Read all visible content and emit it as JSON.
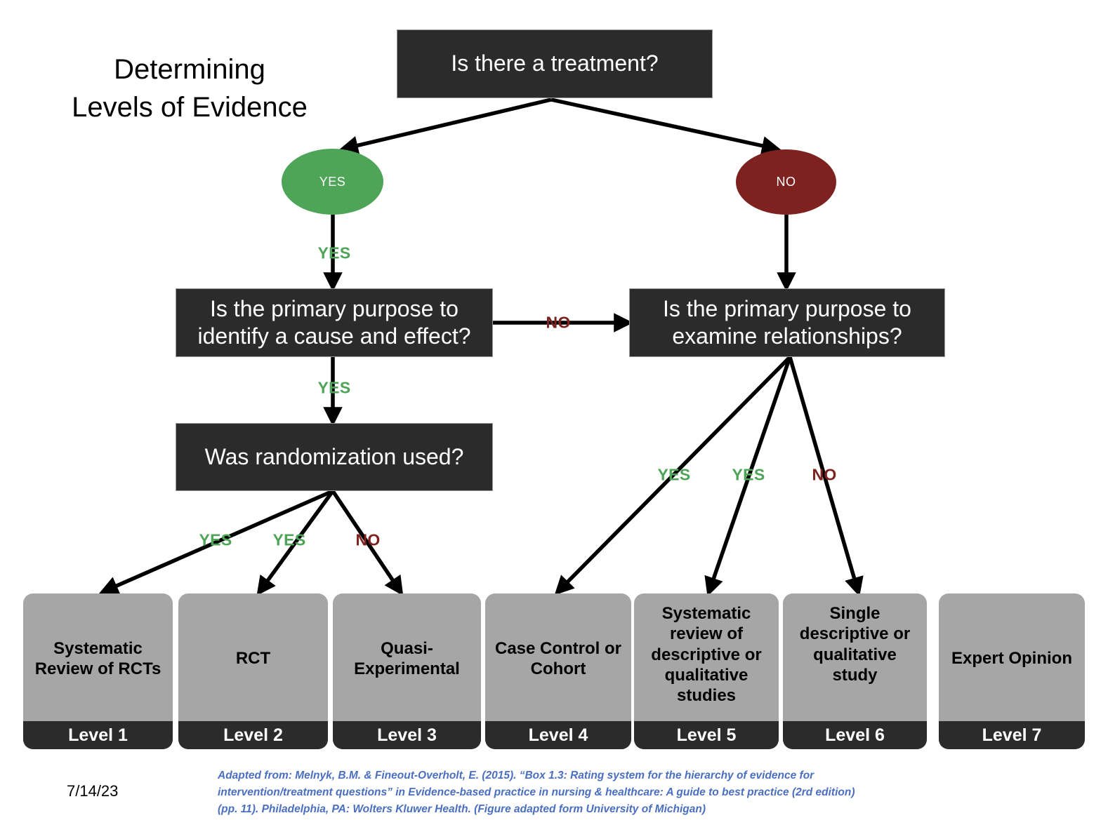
{
  "title": "Determining\nLevels of Evidence",
  "decisions": [
    {
      "id": "treatment",
      "text": "Is there a treatment?"
    },
    {
      "id": "cause-effect",
      "text": "Is the primary purpose to\nidentify a cause and effect?"
    },
    {
      "id": "relationships",
      "text": "Is the primary purpose to\nexamine relationships?"
    },
    {
      "id": "randomization",
      "text": "Was randomization used?"
    }
  ],
  "nodes": [
    {
      "id": "yes-node",
      "label": "YES",
      "color": "#4EA557"
    },
    {
      "id": "no-node",
      "label": "NO",
      "color": "#7E2220"
    }
  ],
  "edge_labels": [
    {
      "id": "treatment-yes",
      "label": "YES"
    },
    {
      "id": "cause-effect-yes",
      "label": "YES"
    },
    {
      "id": "cause-effect-no",
      "label": "NO"
    },
    {
      "id": "randomization-yes-1",
      "label": "YES"
    },
    {
      "id": "randomization-yes-2",
      "label": "YES"
    },
    {
      "id": "randomization-no",
      "label": "NO"
    },
    {
      "id": "relationships-yes-1",
      "label": "YES"
    },
    {
      "id": "relationships-yes-2",
      "label": "YES"
    },
    {
      "id": "relationships-no",
      "label": "NO"
    }
  ],
  "levels": [
    {
      "level": "Level 1",
      "text": "Systematic\nReview of RCTs"
    },
    {
      "level": "Level 2",
      "text": "RCT"
    },
    {
      "level": "Level 3",
      "text": "Quasi-\nExperimental"
    },
    {
      "level": "Level 4",
      "text": "Case Control or\nCohort"
    },
    {
      "level": "Level 5",
      "text": "Systematic\nreview of\ndescriptive or\nqualitative\nstudies"
    },
    {
      "level": "Level 6",
      "text": "Single\ndescriptive or\nqualitative\nstudy"
    },
    {
      "level": "Level 7",
      "text": "Expert Opinion"
    }
  ],
  "citation": "Adapted from: Melnyk, B.M. & Fineout-Overholt, E. (2015). “Box 1.3: Rating system for the hierarchy of evidence for intervention/treatment questions” in Evidence-based practice in nursing & healthcare: A guide to best practice (2rd edition) (pp. 11). Philadelphia, PA: Wolters Kluwer Health. (Figure adapted form University of Michigan)",
  "date": "7/14/23",
  "colors": {
    "yes_green": "#4EA557",
    "no_red": "#7E2220",
    "box_dark": "#2b2b2b",
    "card_gray": "#A6A6A6",
    "citation_blue": "#4A6FC0"
  }
}
